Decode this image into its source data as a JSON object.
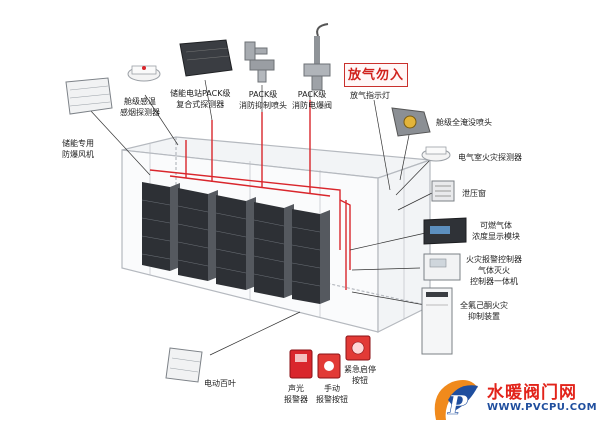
{
  "components": {
    "pack_detector": {
      "line1": "储能电站PACK级",
      "line2": "复合式探测器"
    },
    "cabin_temp_smoke": {
      "line1": "舱级感温",
      "line2": "感烟探测器"
    },
    "pack_nozzle": {
      "line1": "PACK级",
      "line2": "消防抑制喷头"
    },
    "pack_valve": {
      "line1": "PACK级",
      "line2": "消防电爆阀"
    },
    "release_sign_text": "放气勿入",
    "release_indicator": {
      "line1": "放气指示灯"
    },
    "explosion_fan": {
      "line1": "储能专用",
      "line2": "防爆风机"
    },
    "flood_nozzle": {
      "line1": "舱级全淹没喷头"
    },
    "electrical_detector": {
      "line1": "电气室火灾探测器"
    },
    "pressure_window": {
      "line1": "泄压窗"
    },
    "gas_concentration": {
      "line1": "可燃气体",
      "line2": "浓度显示模块"
    },
    "fire_controller": {
      "line1": "火灾报警控制器",
      "line2": "气体灭火",
      "line3": "控制器一体机"
    },
    "hfc_device": {
      "line1": "全氟己酮火灾",
      "line2": "抑制装置"
    },
    "electric_louver": {
      "line1": "电动百叶"
    },
    "sound_light_alarm": {
      "line1": "声光",
      "line2": "报警器"
    },
    "manual_alarm": {
      "line1": "手动",
      "line2": "报警按钮"
    },
    "emergency_stop": {
      "line1": "紧急启停",
      "line2": "按钮"
    }
  },
  "watermark": {
    "name": "水暖阀门网",
    "url": "WWW.PVCPU.COM"
  },
  "colors": {
    "pipe": "#d9262c",
    "frame": "#b5b9bf",
    "rack": "#2d3035",
    "rack_light": "#55595f"
  }
}
